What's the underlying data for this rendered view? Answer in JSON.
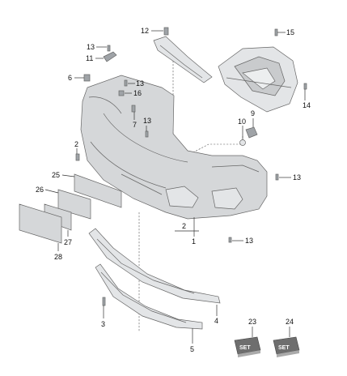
{
  "callouts": {
    "c1": "1",
    "c2a": "2",
    "c2b": "2",
    "c3": "3",
    "c4": "4",
    "c5": "5",
    "c6": "6",
    "c7": "7",
    "c9": "9",
    "c10": "10",
    "c11": "11",
    "c12": "12",
    "c13a": "13",
    "c13b": "13",
    "c13c": "13",
    "c13d": "13",
    "c13e": "13",
    "c14": "14",
    "c15": "15",
    "c16": "16",
    "c23": "23",
    "c24": "24",
    "c25": "25",
    "c26": "26",
    "c27": "27",
    "c28": "28"
  },
  "set_label": "SET",
  "colors": {
    "part_fill": "#d5d7d9",
    "part_stroke": "#666666",
    "set_box": "#6e6e6e"
  }
}
